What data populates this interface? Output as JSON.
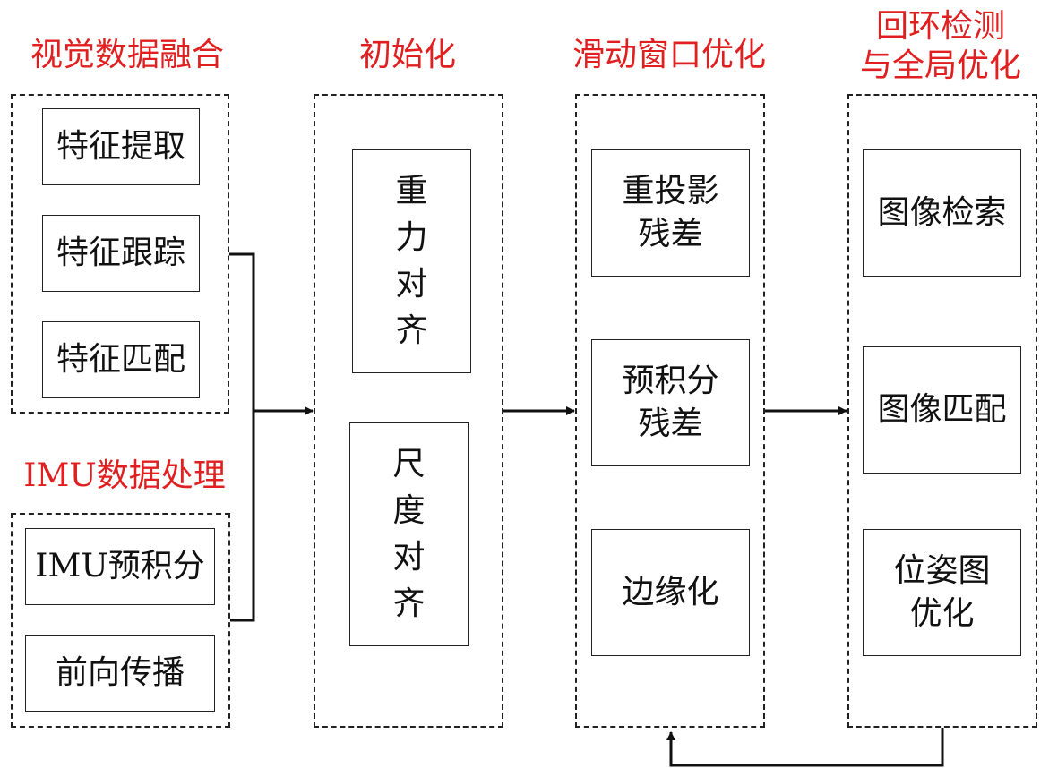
{
  "colors": {
    "title": "#e02020",
    "line": "#111111"
  },
  "columns": {
    "visual": {
      "title": "视觉数据融合",
      "boxes": [
        "特征提取",
        "特征跟踪",
        "特征匹配"
      ]
    },
    "imu": {
      "title": "IMU数据处理",
      "boxes": [
        "IMU预积分",
        "前向传播"
      ]
    },
    "init": {
      "title": "初始化",
      "boxes": [
        [
          "重",
          "力",
          "对",
          "齐"
        ],
        [
          "尺",
          "度",
          "对",
          "齐"
        ]
      ]
    },
    "sliding": {
      "title": "滑动窗口优化",
      "boxes": [
        [
          "重投影",
          "残差"
        ],
        [
          "预积分",
          "残差"
        ],
        [
          "边缘化"
        ]
      ]
    },
    "loop": {
      "title_lines": [
        "回环检测",
        "与全局优化"
      ],
      "boxes": [
        [
          "图像检索"
        ],
        [
          "图像匹配"
        ],
        [
          "位姿图",
          "优化"
        ]
      ]
    }
  }
}
